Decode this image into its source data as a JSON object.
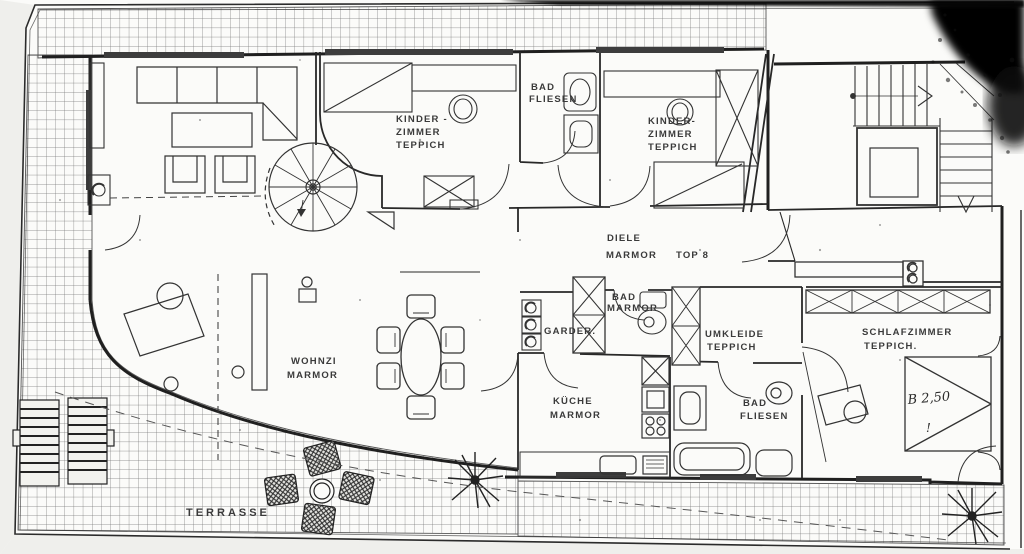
{
  "palette": {
    "paper": "#fbfbf9",
    "ink": "#2b2b2b",
    "grid": "#777777",
    "scan_blob": "#060606"
  },
  "rooms": [
    {
      "id": "kinderzimmer-left",
      "lines": [
        "KINDER -",
        "ZIMMER",
        "TEPPICH"
      ]
    },
    {
      "id": "bad-oben",
      "lines": [
        "BAD",
        "FLIESEN"
      ]
    },
    {
      "id": "kinderzimmer-right",
      "lines": [
        "KINDER-",
        "ZIMMER",
        "TEPPICH"
      ]
    },
    {
      "id": "diele",
      "lines": [
        "DIELE",
        "MARMOR",
        "TOP 8"
      ]
    },
    {
      "id": "bad-marmor",
      "lines": [
        "BAD",
        "MARMOR"
      ]
    },
    {
      "id": "garderobe",
      "lines": [
        "GARDER."
      ]
    },
    {
      "id": "umkleide",
      "lines": [
        "UMKLEIDE",
        "TEPPICH"
      ]
    },
    {
      "id": "wohnzimmer",
      "lines": [
        "WOHNZI",
        "MARMOR"
      ]
    },
    {
      "id": "kueche",
      "lines": [
        "KÜCHE",
        "MARMOR"
      ]
    },
    {
      "id": "bad-fliesen",
      "lines": [
        "BAD",
        "FLIESEN"
      ]
    },
    {
      "id": "schlafzimmer",
      "lines": [
        "SCHLAFZIMMER",
        "TEPPICH."
      ]
    },
    {
      "id": "terrasse",
      "lines": [
        "TERRASSE"
      ]
    }
  ],
  "annotations": {
    "bed_dimension": "B 2,50",
    "bed_mark": "!"
  }
}
